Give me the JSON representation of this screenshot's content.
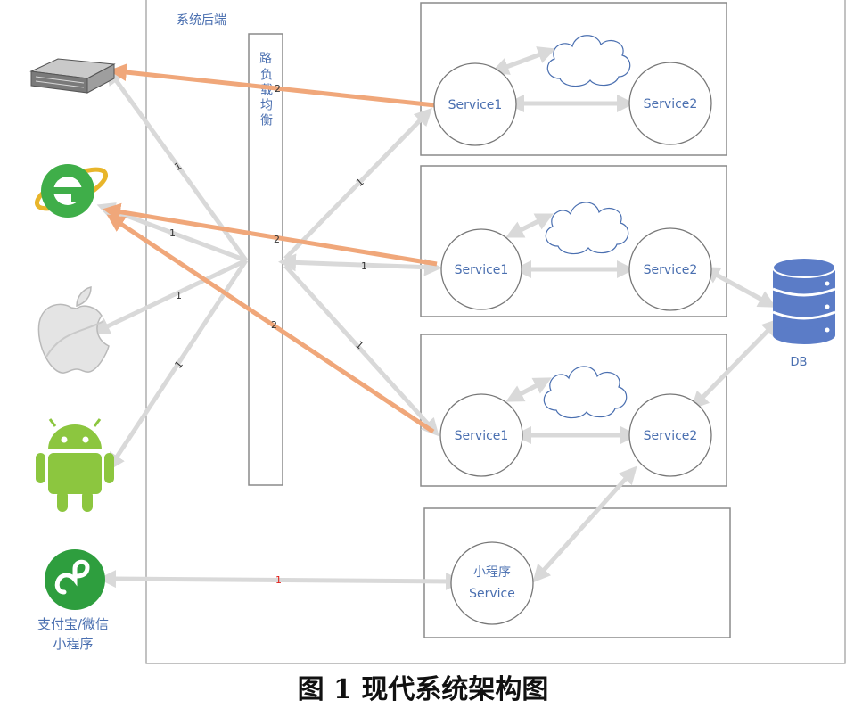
{
  "backend_title": "系统后端",
  "load_balancer_label": "负载均衡",
  "load_balancer_glyph": "路",
  "groups": [
    {
      "service1": "Service1",
      "service2": "Service2"
    },
    {
      "service1": "Service1",
      "service2": "Service2"
    },
    {
      "service1": "Service1",
      "service2": "Service2"
    }
  ],
  "miniprogram_service": {
    "line1": "小程序",
    "line2": "Service"
  },
  "db_label": "DB",
  "client_label": {
    "line1": "支付宝/微信",
    "line2": "小程序"
  },
  "edge_labels": {
    "server_lb_2": "2",
    "ie_lb_1": "1",
    "ie_lb_2": "2",
    "lb_s1_1": "1",
    "ie_s2_2": "2",
    "lb_top_1": "1",
    "lb_bottom_1": "1",
    "server_1": "1",
    "apple_1": "1",
    "android_1": "1",
    "mini_1": "1"
  },
  "caption": "图 1  现代系统架构图",
  "colors": {
    "gray_arrow": "#d9d9d9",
    "orange_arrow": "#f0a77a",
    "db_blue": "#5b7cc7",
    "text_blue": "#4a6fb0",
    "android_green": "#8cc63f",
    "ie_green": "#3fae49",
    "mini_green": "#2e9e3e",
    "red_label": "#e0201b"
  }
}
